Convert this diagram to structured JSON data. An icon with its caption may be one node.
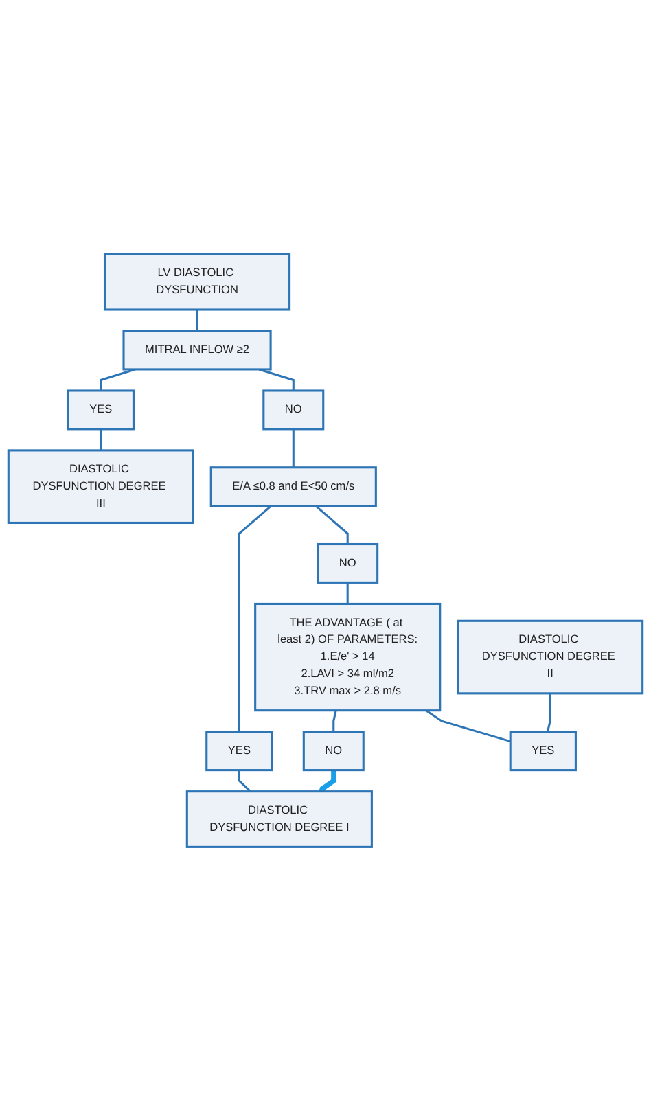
{
  "diagram": {
    "nodes": [
      {
        "text": [
          "LV DIASTOLIC DYSFUNCTION"
        ]
      },
      {
        "text": [
          "MITRAL INFLOW ≥2"
        ]
      },
      {
        "text": [
          "YES"
        ]
      },
      {
        "text": [
          "NO"
        ]
      },
      {
        "text": [
          "DIASTOLIC DYSFUNCTION DEGREE III"
        ]
      },
      {
        "text": [
          "E/A ≤0.8 and E<50 cm/s"
        ]
      },
      {
        "text": [
          "DIASTOLIC DYSFUNCTION DEGREE II"
        ]
      },
      {
        "text": [
          "YES"
        ]
      },
      {
        "text": [
          "NO"
        ]
      },
      {
        "text": [
          "DIASTOLIC DYSFUNCTION DEGREE I"
        ]
      },
      {
        "text": [
          "THE ADVANTAGE ( at least 2) OF PARAMETERS:",
          "1.E/e' > 14",
          "2.LAVI > 34 ml/m2",
          "3.TRV max > 2.8 m/s"
        ]
      },
      {
        "text": [
          "NO"
        ]
      },
      {
        "text": [
          "YES"
        ]
      }
    ],
    "edges": [
      {
        "from": 0,
        "to": 1,
        "arrow": "none"
      },
      {
        "from": 1,
        "to": 2,
        "arrow": "none"
      },
      {
        "from": 1,
        "to": 3,
        "arrow": "none"
      },
      {
        "from": 2,
        "to": 4,
        "arrow": "none"
      },
      {
        "from": 3,
        "to": 5,
        "arrow": "none"
      },
      {
        "from": 5,
        "to": 7,
        "arrow": "none"
      },
      {
        "from": 5,
        "to": 8,
        "arrow": "none"
      },
      {
        "from": 7,
        "to": 9,
        "arrow": "none"
      },
      {
        "from": 8,
        "to": 10,
        "arrow": "none"
      },
      {
        "from": 10,
        "to": 11,
        "arrow": "none"
      },
      {
        "from": 10,
        "to": 12,
        "arrow": "none"
      },
      {
        "from": 6,
        "to": 12,
        "arrow": "none"
      },
      {
        "from": 11,
        "to": 9,
        "arrow": "to",
        "style": "thick",
        "color": "#1a9fe8"
      }
    ]
  }
}
